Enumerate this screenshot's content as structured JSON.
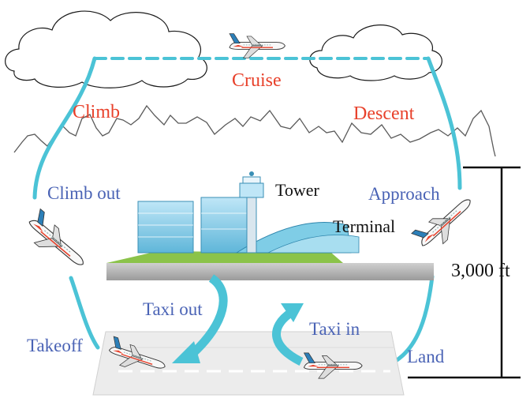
{
  "labels": {
    "cruise": "Cruise",
    "climb": "Climb",
    "descent": "Descent",
    "climb_out": "Climb out",
    "approach": "Approach",
    "tower": "Tower",
    "terminal": "Terminal",
    "altitude": "3,000 ft",
    "taxi_out": "Taxi out",
    "taxi_in": "Taxi in",
    "takeoff": "Takeoff",
    "land": "Land"
  },
  "colors": {
    "phase_label": "#e8412b",
    "ground_label": "#4a63b5",
    "flight_path": "#4bc3d6",
    "cloud_fill": "#ffffff",
    "cloud_stroke": "#1a1a1a",
    "mountain_line": "#555555",
    "runway": "#eeeeee"
  },
  "icons": [
    "cloud-icon",
    "airplane-icon",
    "airport-terminal-icon",
    "control-tower-icon",
    "taxi-arrow-icon"
  ]
}
